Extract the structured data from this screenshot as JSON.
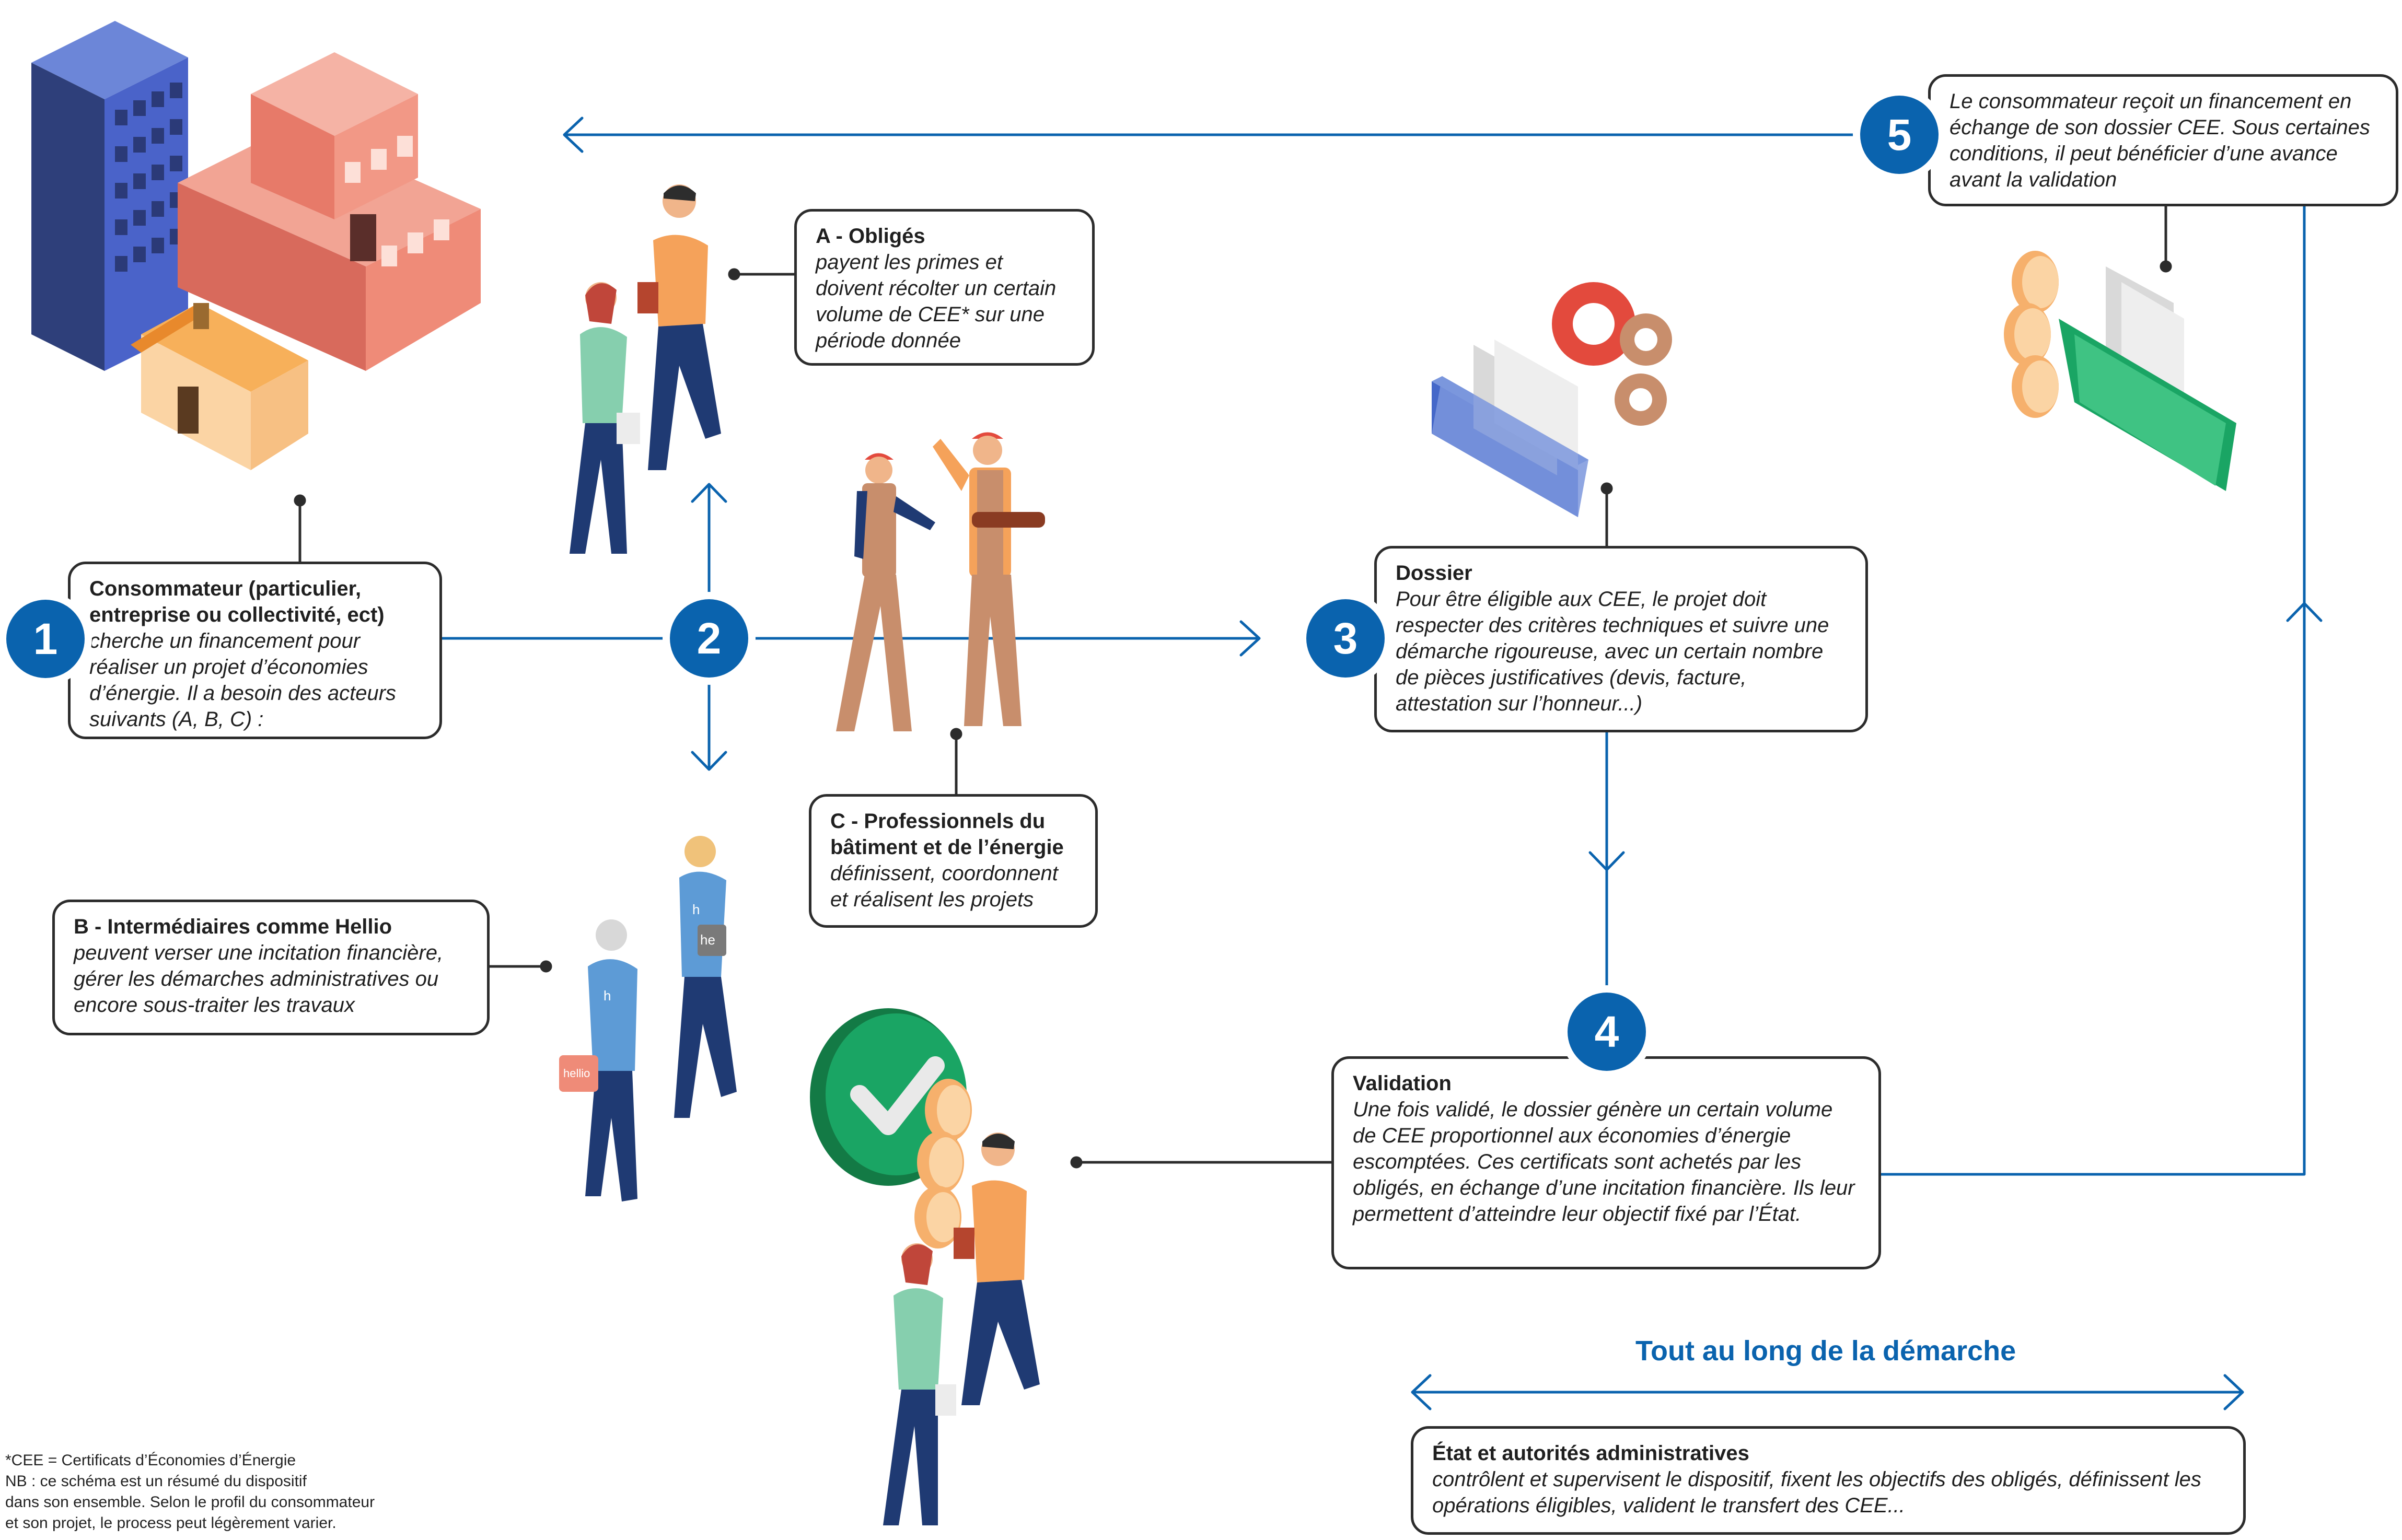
{
  "steps": {
    "s1": {
      "number": "1",
      "title": "Consommateur (particulier, entreprise ou collectivité, ect)",
      "body": "cherche un financement pour réaliser un projet d’économies d’énergie. Il a besoin des acteurs suivants (A, B, C) :"
    },
    "s2": {
      "number": "2"
    },
    "s3": {
      "number": "3",
      "title": "Dossier",
      "body": "Pour être éligible aux CEE, le projet doit respecter des critères techniques et suivre une démarche rigoureuse, avec un certain nombre de pièces justificatives (devis, facture, attestation sur l’honneur...)"
    },
    "s4": {
      "number": "4",
      "title": "Validation",
      "body": "Une fois validé, le dossier génère un certain volume de CEE proportionnel aux économies d’énergie escomptées. Ces certificats sont achetés par les obligés, en échange d’une incitation financière. Ils leur permettent d’atteindre leur objectif fixé par l’État."
    },
    "s5": {
      "number": "5",
      "body": "Le consommateur reçoit un financement en échange de son dossier CEE. Sous certaines conditions, il peut bénéficier d’une avance avant la validation"
    }
  },
  "actors": {
    "a": {
      "title": "A - Obligés",
      "body": "payent les primes et doivent récolter un certain volume de CEE* sur une période donnée"
    },
    "b": {
      "title": "B - Intermédiaires comme Hellio",
      "body": "peuvent verser une incitation financière, gérer les démarches administratives ou encore sous-traiter les travaux"
    },
    "c": {
      "title": "C - Professionnels du bâtiment et de l’énergie",
      "body": "définissent, coordonnent et réalisent les projets"
    }
  },
  "throughout": {
    "heading": "Tout au long de la démarche",
    "title": "État et autorités administratives",
    "body": "contrôlent et supervisent le dispositif, fixent les objectifs des obligés, définissent les opérations éligibles, valident le transfert des CEE..."
  },
  "shirt_letters": {
    "h": "h",
    "he": "he",
    "hellio": "hellio"
  },
  "footnote": {
    "line1": "*CEE = Certificats d’Économies d’Énergie",
    "line2": "NB : ce schéma est un résumé du dispositif",
    "line3": "dans son ensemble. Selon le profil du consommateur",
    "line4": "et son projet, le process peut légèrement varier."
  },
  "colors": {
    "accent_blue": "#0a63ae",
    "border": "#2c2c2c",
    "green": "#1aa564",
    "orange": "#f5a25a",
    "salmon": "#ef8b78",
    "coin": "#f6b06c"
  }
}
